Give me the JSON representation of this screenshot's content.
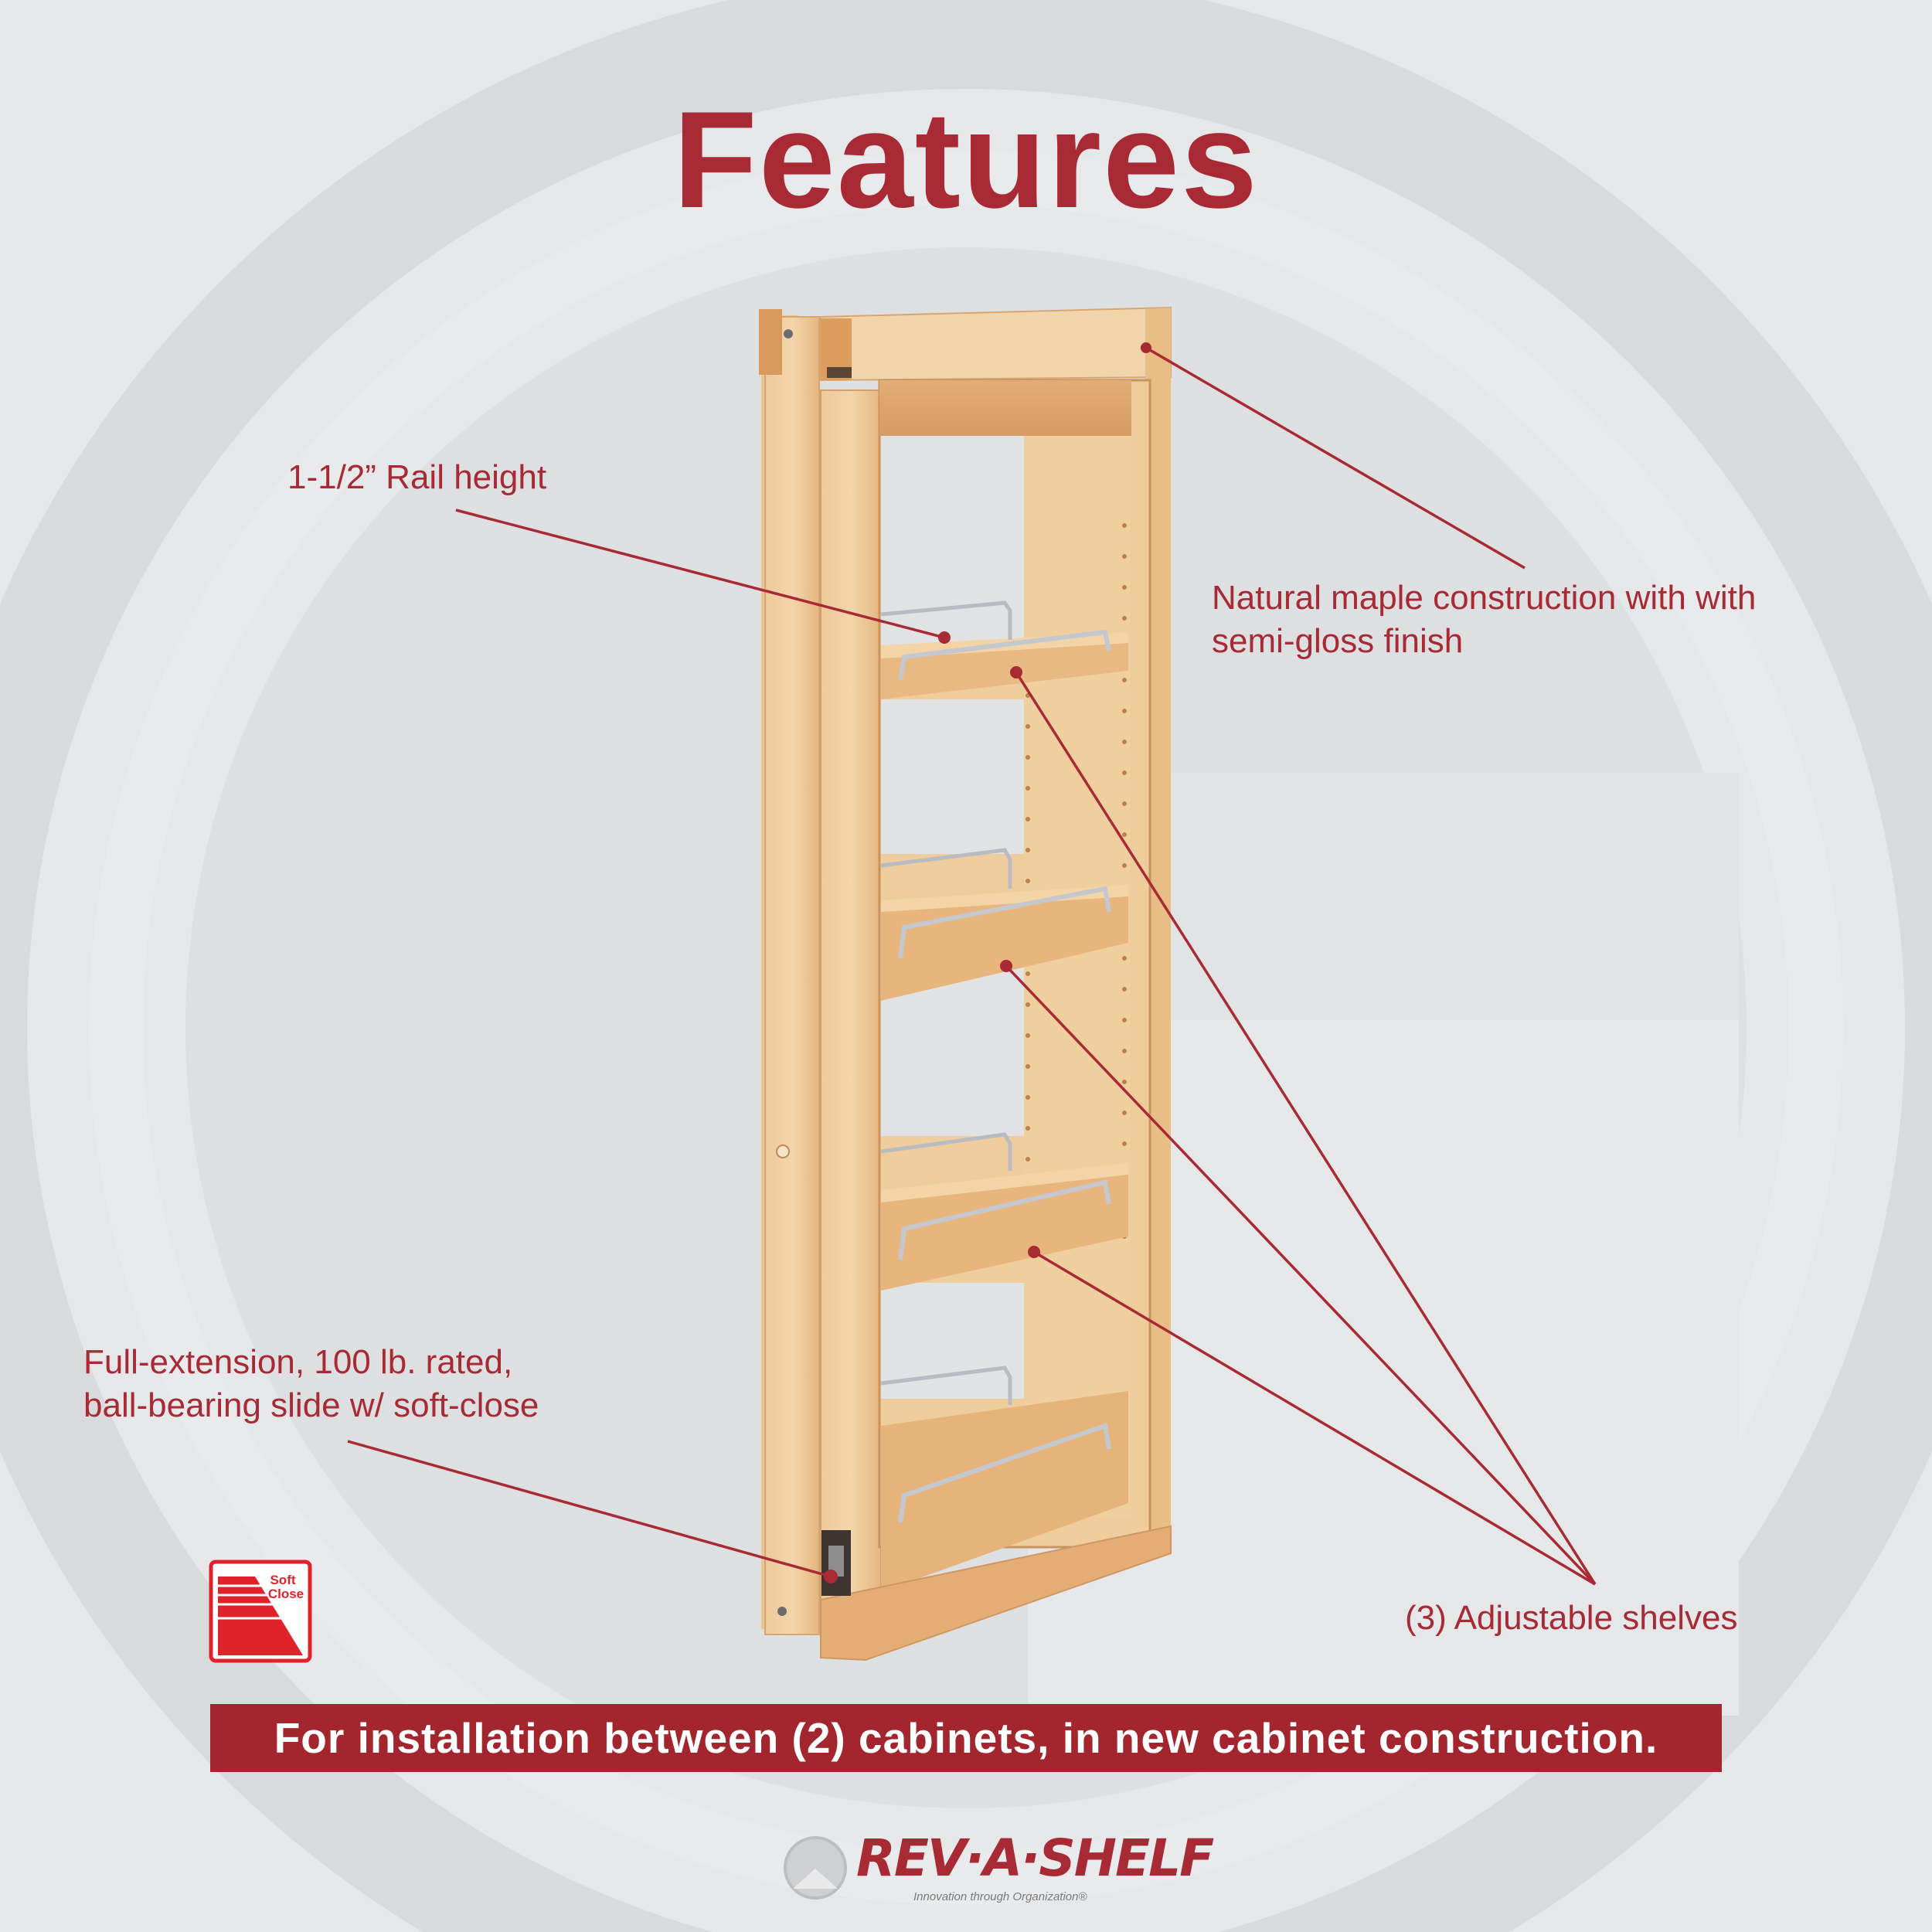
{
  "colors": {
    "brand": "#a82a35",
    "banner": "#a3262f",
    "background": "#e3e4e6",
    "ring": "#d8d9db",
    "wood_light": "#f1d2a4",
    "wood_mid": "#e6b983",
    "wood_dark": "#cf9560",
    "softclose_red": "#e0232b"
  },
  "page": {
    "title": "Features"
  },
  "callouts": {
    "rail_height": "1-1/2” Rail height",
    "maple_line1": "Natural maple construction with with",
    "maple_line2": "semi-gloss finish",
    "slide_line1": "Full-extension, 100 lb. rated,",
    "slide_line2": "ball-bearing slide w/ soft-close",
    "shelves": "(3) Adjustable shelves"
  },
  "badges": {
    "softclose_line1": "Soft",
    "softclose_line2": "Close"
  },
  "banner": {
    "text": "For installation between (2) cabinets, in new cabinet construction."
  },
  "brand": {
    "logo_text": "REV·A·SHELF",
    "tagline": "Innovation through Organization®"
  },
  "product": {
    "shelf_count": 3,
    "image_subject": "pull-out wall filler with adjustable shelves"
  }
}
